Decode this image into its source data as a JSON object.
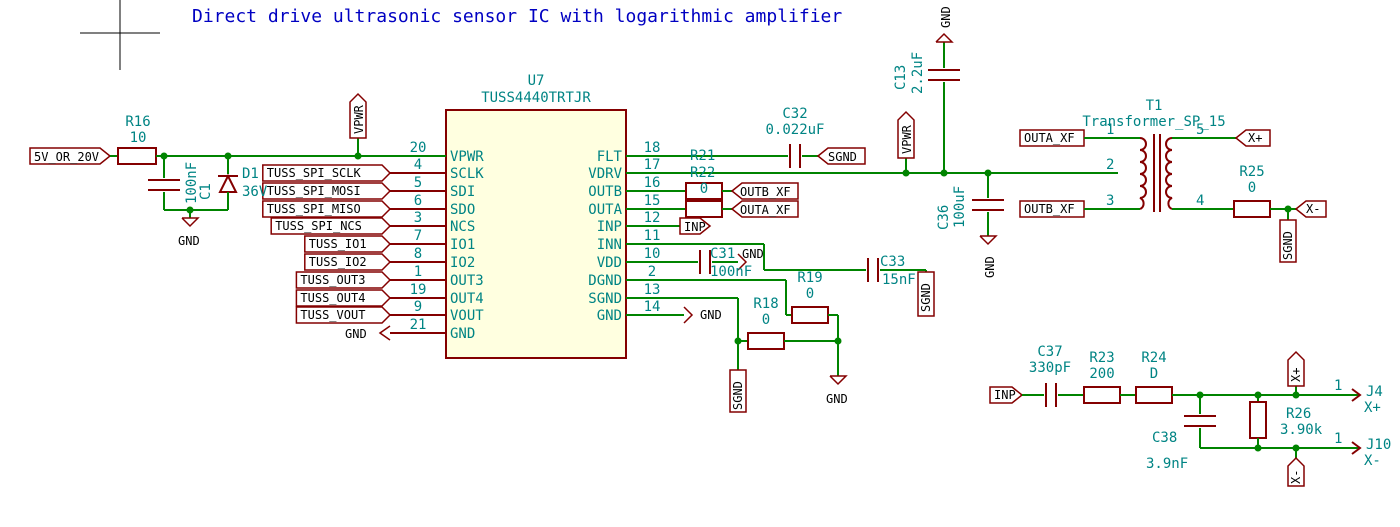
{
  "title": "Direct drive ultrasonic sensor IC with logarithmic amplifier",
  "ic": {
    "ref": "U7",
    "part": "TUSS4440TRTJR",
    "left_pins": [
      {
        "num": "20",
        "name": "VPWR"
      },
      {
        "num": "4",
        "name": "SCLK"
      },
      {
        "num": "5",
        "name": "SDI"
      },
      {
        "num": "6",
        "name": "SDO"
      },
      {
        "num": "3",
        "name": "NCS"
      },
      {
        "num": "7",
        "name": "IO1"
      },
      {
        "num": "8",
        "name": "IO2"
      },
      {
        "num": "1",
        "name": "OUT3"
      },
      {
        "num": "19",
        "name": "OUT4"
      },
      {
        "num": "9",
        "name": "VOUT"
      },
      {
        "num": "21",
        "name": "GND"
      }
    ],
    "right_pins": [
      {
        "num": "18",
        "name": "FLT"
      },
      {
        "num": "17",
        "name": "VDRV"
      },
      {
        "num": "16",
        "name": "OUTB"
      },
      {
        "num": "15",
        "name": "OUTA"
      },
      {
        "num": "12",
        "name": "INP"
      },
      {
        "num": "11",
        "name": "INN"
      },
      {
        "num": "10",
        "name": "VDD"
      },
      {
        "num": "2",
        "name": "DGND"
      },
      {
        "num": "13",
        "name": "SGND"
      },
      {
        "num": "14",
        "name": "GND"
      }
    ]
  },
  "left_labels": [
    "TUSS_SPI_SCLK",
    "TUSS_SPI_MOSI",
    "TUSS_SPI_MISO",
    "TUSS_SPI_NCS",
    "TUSS_IO1",
    "TUSS_IO2",
    "TUSS_OUT3",
    "TUSS_OUT4",
    "TUSS_VOUT"
  ],
  "power_in_label": "5V_OR_20V",
  "components": {
    "R16": {
      "ref": "R16",
      "value": "10"
    },
    "C1": {
      "ref": "C1",
      "value": "100nF"
    },
    "D1": {
      "ref": "D1",
      "value": "36V"
    },
    "R21": {
      "ref": "R21",
      "value": ""
    },
    "R22": {
      "ref": "R22",
      "value": "0"
    },
    "C32": {
      "ref": "C32",
      "value": "0.022uF"
    },
    "C31": {
      "ref": "C31",
      "value": "100nF"
    },
    "C33": {
      "ref": "C33",
      "value": "15nF"
    },
    "R19": {
      "ref": "R19",
      "value": "0"
    },
    "R18": {
      "ref": "R18",
      "value": "0"
    },
    "C13": {
      "ref": "C13",
      "value": "2.2uF"
    },
    "C36": {
      "ref": "C36",
      "value": "100uF"
    },
    "T1": {
      "ref": "T1",
      "value": "Transformer_SP_15"
    },
    "R25": {
      "ref": "R25",
      "value": "0"
    },
    "C37": {
      "ref": "C37",
      "value": "330pF"
    },
    "R23": {
      "ref": "R23",
      "value": "200"
    },
    "R24": {
      "ref": "R24",
      "value": "D"
    },
    "C38": {
      "ref": "C38",
      "value": "3.9nF"
    },
    "R26": {
      "ref": "R26",
      "value": "3.90k"
    },
    "J4": {
      "ref": "J4",
      "value": "X+",
      "pin": "1"
    },
    "J10": {
      "ref": "J10",
      "value": "X-",
      "pin": "1"
    }
  },
  "transformer_pins": [
    "1",
    "2",
    "3",
    "5",
    "4"
  ],
  "nets": {
    "vpwr": "VPWR",
    "gnd": "GND",
    "sgnd": "SGND",
    "outa_xf": "OUTA_XF",
    "outb_xf": "OUTB_XF",
    "inp": "INP",
    "xp": "X+",
    "xm": "X-"
  }
}
